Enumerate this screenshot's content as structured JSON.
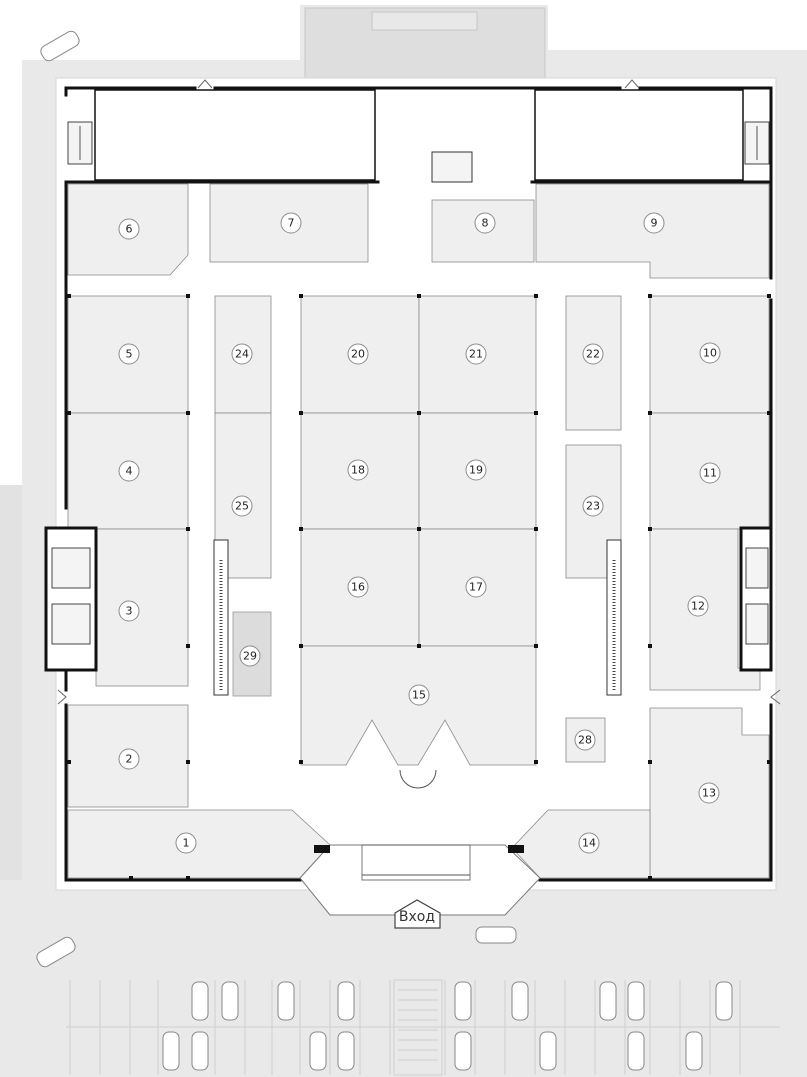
{
  "entrance_label": "Вход",
  "colors": {
    "unit_fill": "#efefef",
    "unit_dark_fill": "#dcdcdc",
    "site_fill": "#e6e6e6",
    "wall": "#111111"
  },
  "units": {
    "u1": "1",
    "u2": "2",
    "u3": "3",
    "u4": "4",
    "u5": "5",
    "u6": "6",
    "u7": "7",
    "u8": "8",
    "u9": "9",
    "u10": "10",
    "u11": "11",
    "u12": "12",
    "u13": "13",
    "u14": "14",
    "u15": "15",
    "u16": "16",
    "u17": "17",
    "u18": "18",
    "u19": "19",
    "u20": "20",
    "u21": "21",
    "u22": "22",
    "u23": "23",
    "u24": "24",
    "u25": "25",
    "u28": "28",
    "u29": "29"
  },
  "icons": {
    "car": "car-icon",
    "stairs": "stairs-icon",
    "escalator": "escalator-icon",
    "door": "door-icon"
  }
}
